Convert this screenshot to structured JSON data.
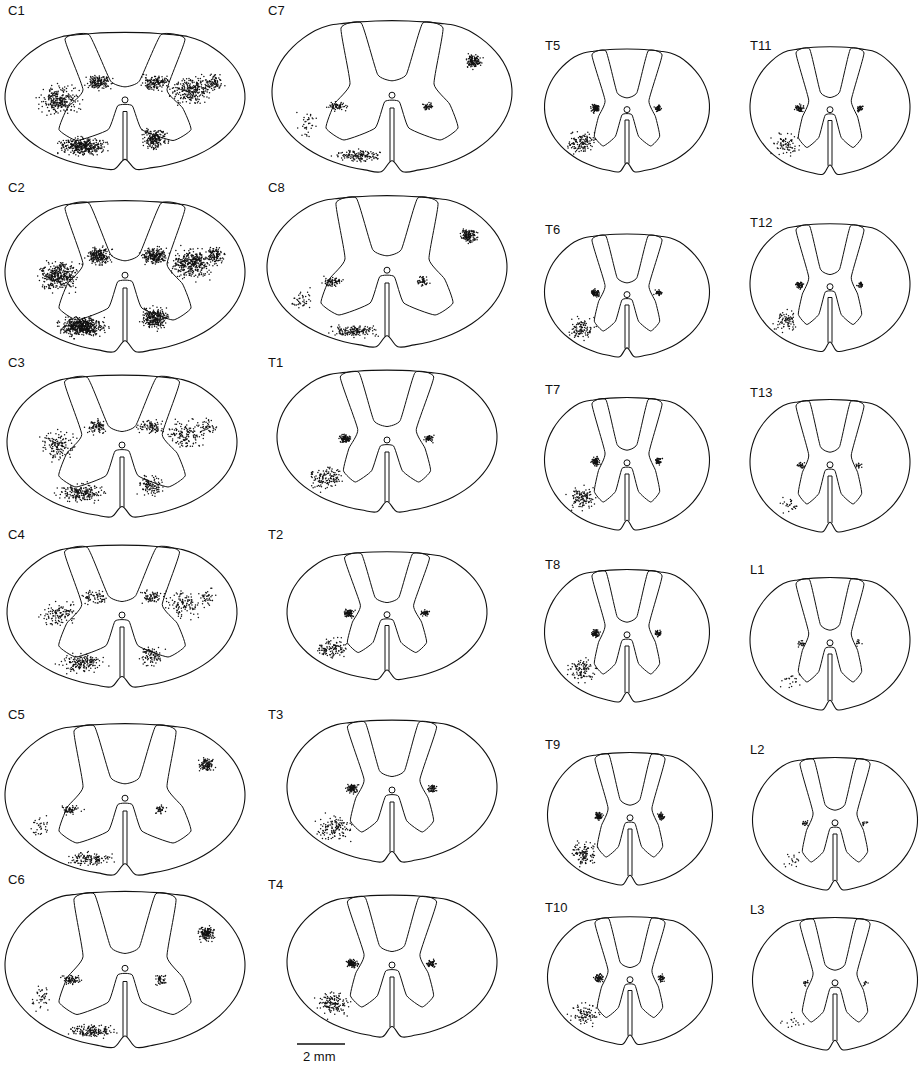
{
  "diagram": {
    "labels": [
      "C1",
      "C2",
      "C3",
      "C4",
      "C5",
      "C6",
      "C7",
      "C8",
      "T1",
      "T2",
      "T3",
      "T4",
      "T5",
      "T6",
      "T7",
      "T8",
      "T9",
      "T10",
      "T11",
      "T12",
      "T13",
      "L1",
      "L2",
      "L3",
      "2 mm"
    ]
  }
}
